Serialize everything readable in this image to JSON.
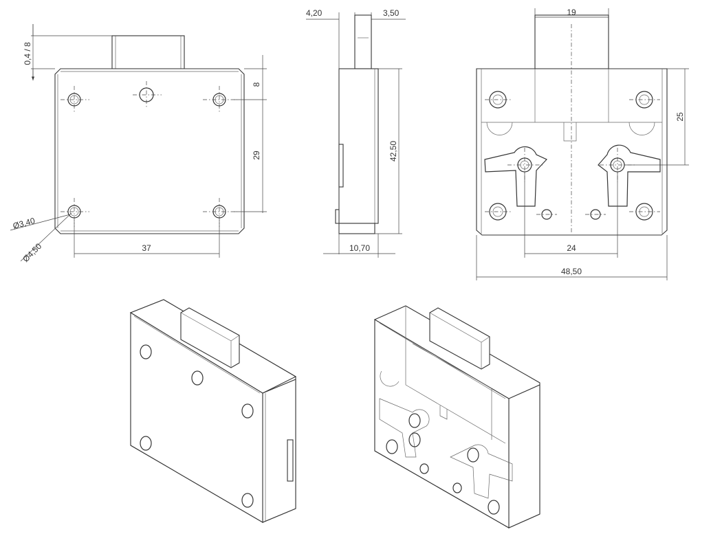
{
  "front_view": {
    "dim_bolt_offset": "0,4 / 8",
    "dim_top_to_hole": "8",
    "dim_hole_spacing_vertical": "29",
    "dim_hole_small_diameter": "Ø3,40",
    "dim_hole_large_diameter": "Ø4,50",
    "dim_hole_spacing_horizontal": "37"
  },
  "side_view": {
    "dim_left_offset": "4,20",
    "dim_bolt_thickness": "3,50",
    "dim_height": "42,50",
    "dim_depth": "10,70"
  },
  "back_view": {
    "dim_bolt_width": "19",
    "dim_top_to_keyhole": "25",
    "dim_keyhole_spacing": "24",
    "dim_overall_width": "48,50"
  }
}
